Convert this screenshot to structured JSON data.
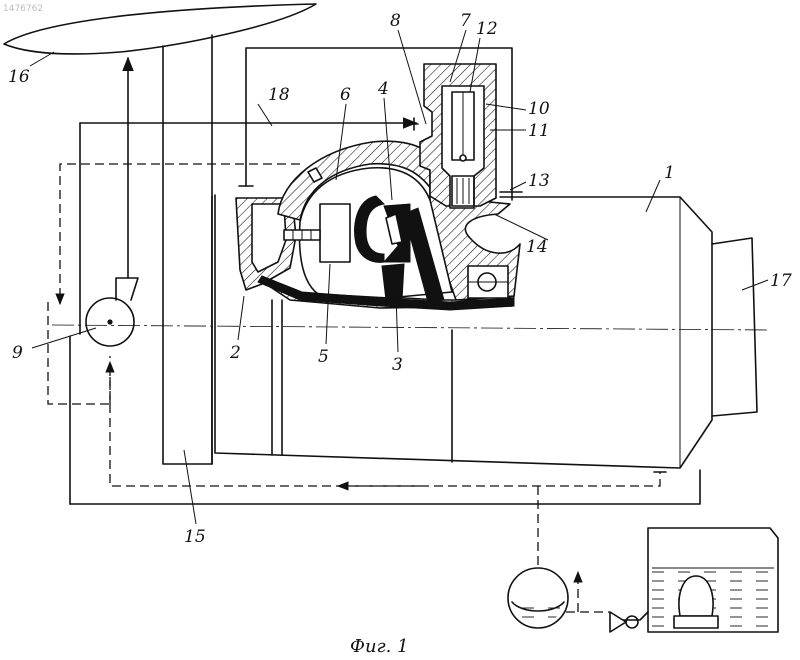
{
  "figure": {
    "caption": "Фиг. 1",
    "corner_mark": "1476762",
    "callouts": [
      {
        "id": "1",
        "text": "1"
      },
      {
        "id": "2",
        "text": "2"
      },
      {
        "id": "3",
        "text": "3"
      },
      {
        "id": "4",
        "text": "4"
      },
      {
        "id": "5",
        "text": "5"
      },
      {
        "id": "6",
        "text": "6"
      },
      {
        "id": "7",
        "text": "7"
      },
      {
        "id": "8",
        "text": "8"
      },
      {
        "id": "9",
        "text": "9"
      },
      {
        "id": "10",
        "text": "10"
      },
      {
        "id": "11",
        "text": "11"
      },
      {
        "id": "12",
        "text": "12"
      },
      {
        "id": "13",
        "text": "13"
      },
      {
        "id": "14",
        "text": "14"
      },
      {
        "id": "15",
        "text": "15"
      },
      {
        "id": "16",
        "text": "16"
      },
      {
        "id": "17",
        "text": "17"
      },
      {
        "id": "18",
        "text": "18"
      }
    ]
  },
  "colors": {
    "ink": "#111111",
    "paper": "#ffffff",
    "faint": "#bdbdbd"
  }
}
